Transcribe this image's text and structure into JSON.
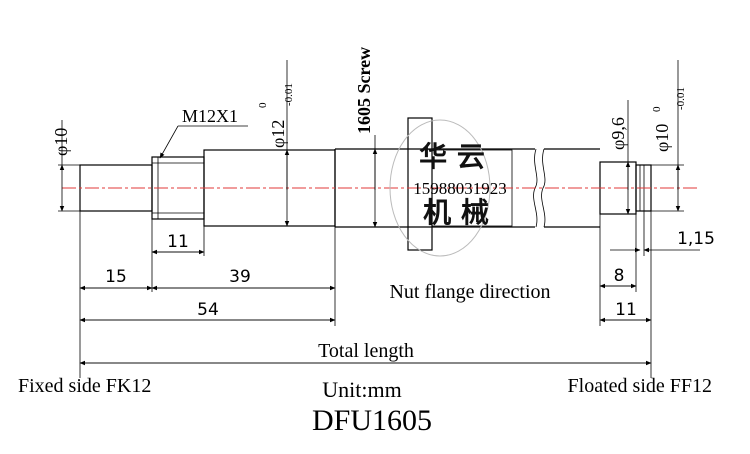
{
  "labels": {
    "dia10_left": "φ10",
    "thread": "M12X1",
    "dia12_main": "φ12",
    "dia12_sup": "0",
    "dia12_sub": "-0.01",
    "screw": "1605 Screw",
    "dia96": "φ9,6",
    "dia10_right": "φ10",
    "dia10_sup": "0",
    "dia10_sub": "-0.01",
    "dim_11_thread": "11",
    "dim_15": "15",
    "dim_39": "39",
    "dim_54": "54",
    "dim_8": "8",
    "dim_11_right": "11",
    "dim_115": "1,15",
    "nut_flange": "Nut flange direction",
    "total_length": "Total length",
    "fixed_side": "Fixed side FK12",
    "floated_side": "Floated side FF12",
    "unit": "Unit:mm",
    "model": "DFU1605"
  },
  "watermark": {
    "line1": "华 云",
    "phone": "15988031923",
    "line2": "机 械"
  },
  "colors": {
    "centerline": "#e23a3a",
    "stroke": "#000000"
  }
}
